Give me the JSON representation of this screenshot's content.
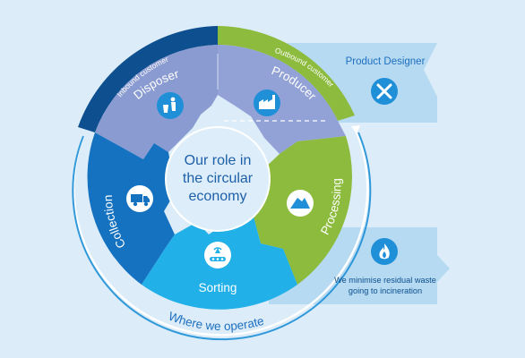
{
  "center": {
    "line1": "Our role in",
    "line2": "the circular",
    "line3": "economy"
  },
  "ring": {
    "inbound_label": "Inbound customer",
    "outbound_label": "Outbound customer",
    "operate_label": "Where we operate"
  },
  "segments": {
    "disposer": {
      "label": "Disposer",
      "icon": "person-bin-icon"
    },
    "producer": {
      "label": "Producer",
      "icon": "factory-icon"
    },
    "processing": {
      "label": "Processing",
      "icon": "heap-icon"
    },
    "sorting": {
      "label": "Sorting",
      "icon": "conveyor-icon"
    },
    "collection": {
      "label": "Collection",
      "icon": "truck-icon"
    }
  },
  "callouts": {
    "designer": {
      "label": "Product Designer",
      "icon": "tools-icon"
    },
    "residual": {
      "line1": "We minimise residual waste",
      "line2": "going to incineration",
      "icon": "flame-icon"
    }
  },
  "colors": {
    "background": "#dcedf9",
    "disposer": "#8a9bd1",
    "producer": "#93a2d6",
    "processing": "#8cbb3d",
    "sorting": "#21b0e8",
    "collection": "#1572c0",
    "inbound_band": "#0d4f8f",
    "outbound_band": "#8cbb3d",
    "callout": "#b6daf1",
    "center": "#ddeefa"
  }
}
